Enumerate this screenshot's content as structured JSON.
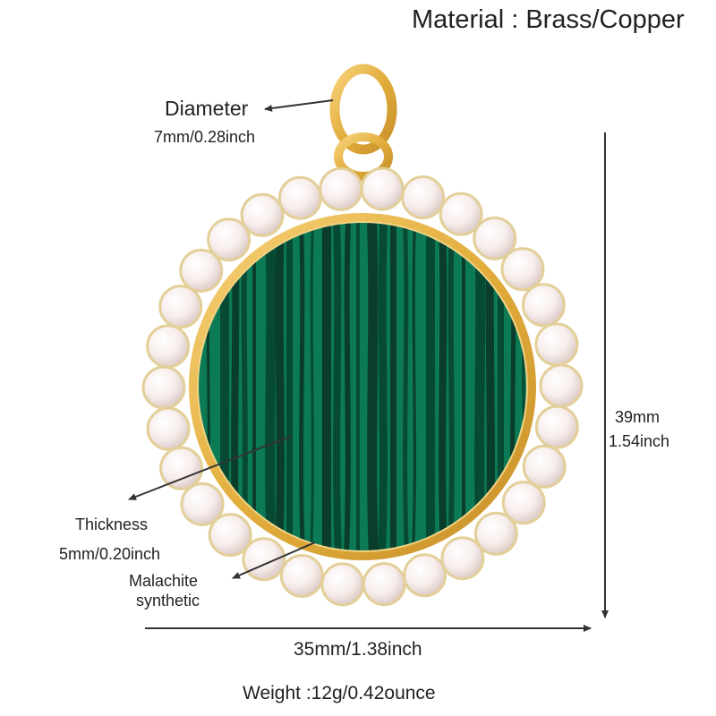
{
  "material": "Material : Brass/Copper",
  "diameter": {
    "label": "Diameter",
    "value": "7mm/0.28inch"
  },
  "height": {
    "mm": "39mm",
    "inch": "1.54inch"
  },
  "thickness": {
    "label": "Thickness",
    "value": "5mm/0.20inch"
  },
  "stone": {
    "line1": "Malachite",
    "line2": "synthetic"
  },
  "width": "35mm/1.38inch",
  "weight": "Weight :12g/0.42ounce",
  "colors": {
    "gold": "#e8b84a",
    "malachite": "#0b7a55",
    "pearl": "#f6ecea"
  }
}
